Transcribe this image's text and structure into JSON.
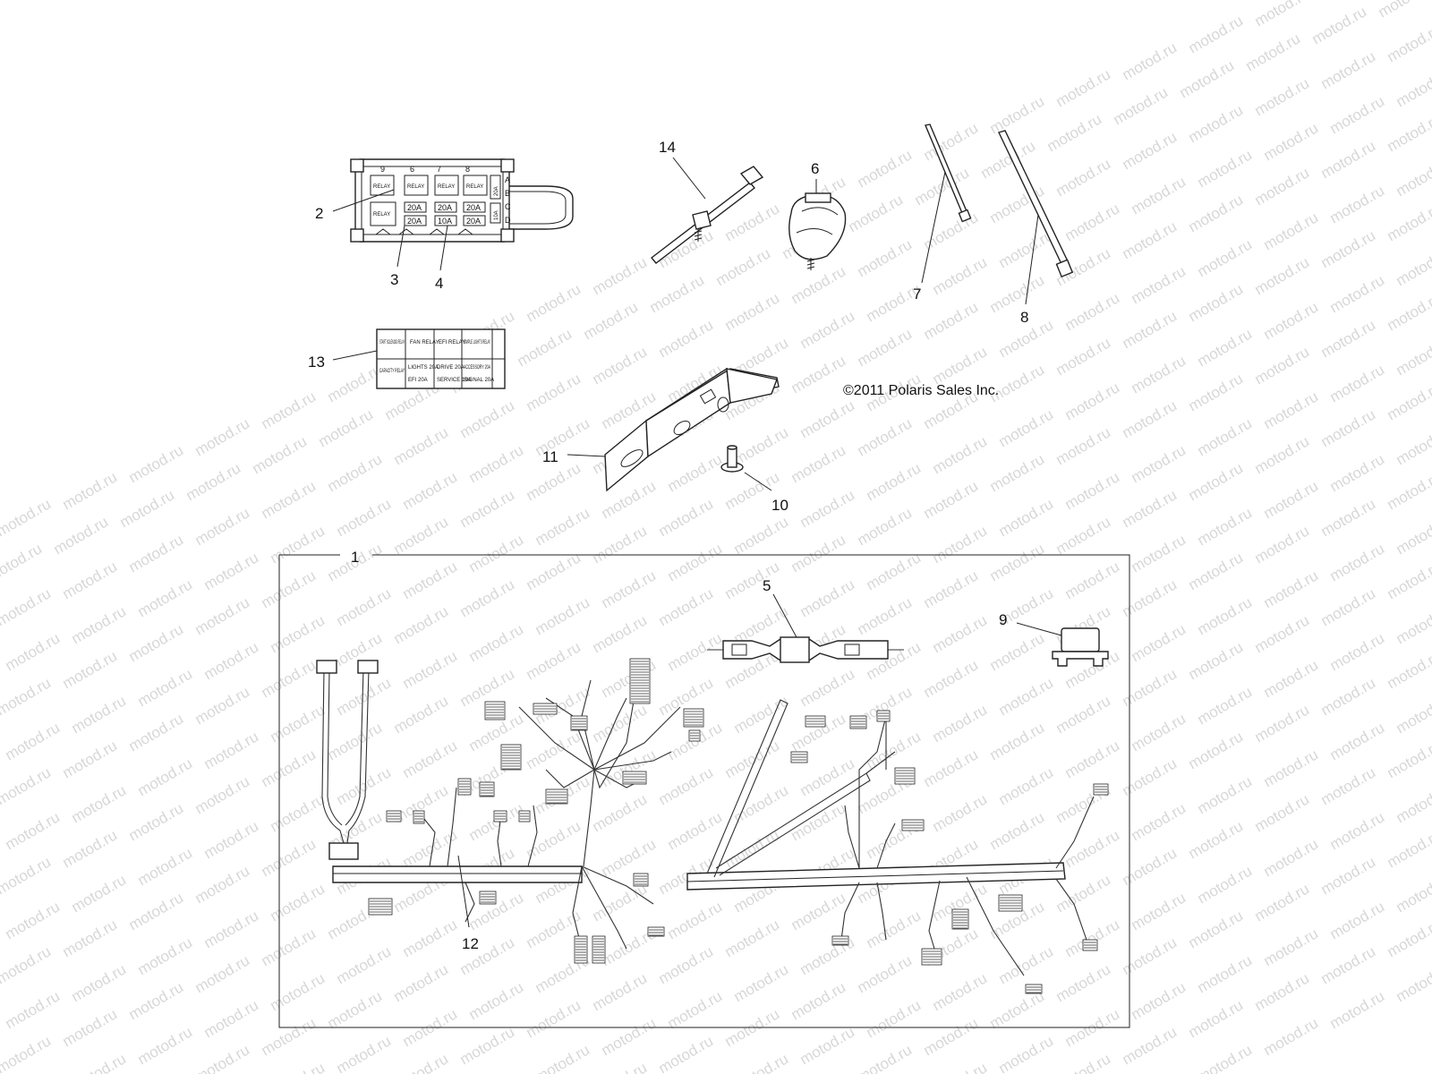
{
  "diagram": {
    "copyright": "©2011 Polaris Sales Inc.",
    "watermark": "motod.ru",
    "callouts": {
      "c1": "1",
      "c2": "2",
      "c3": "3",
      "c4": "4",
      "c5": "5",
      "c6": "6",
      "c7": "7",
      "c8": "8",
      "c9": "9",
      "c10": "10",
      "c11": "11",
      "c12": "12",
      "c13": "13",
      "c14": "14"
    },
    "fuse_box": {
      "top_marks": [
        "6",
        "7",
        "8",
        "9"
      ],
      "row_letters": [
        "A",
        "B",
        "C",
        "D"
      ],
      "relay_label": "RELAY",
      "fuses_row_b": [
        "20A",
        "20A",
        "20A"
      ],
      "fuses_row_c": [
        "20A",
        "10A",
        "20A"
      ],
      "side_fuses": [
        "20A",
        "10A"
      ]
    },
    "decal": {
      "top_row": [
        "START SOLENOID RELAY",
        "FAN RELAY",
        "EFI RELAY",
        "SIMPLE LIGHTS RELAY"
      ],
      "bottom_row": [
        "CAPACITY RELAY",
        "LIGHTS 20A",
        "DRIVE 20A",
        "ACCESSORY 20A"
      ],
      "bottom_row_2": [
        "",
        "EFI 20A",
        "SERVICE 10A",
        "SIGNAL 20A"
      ]
    }
  }
}
